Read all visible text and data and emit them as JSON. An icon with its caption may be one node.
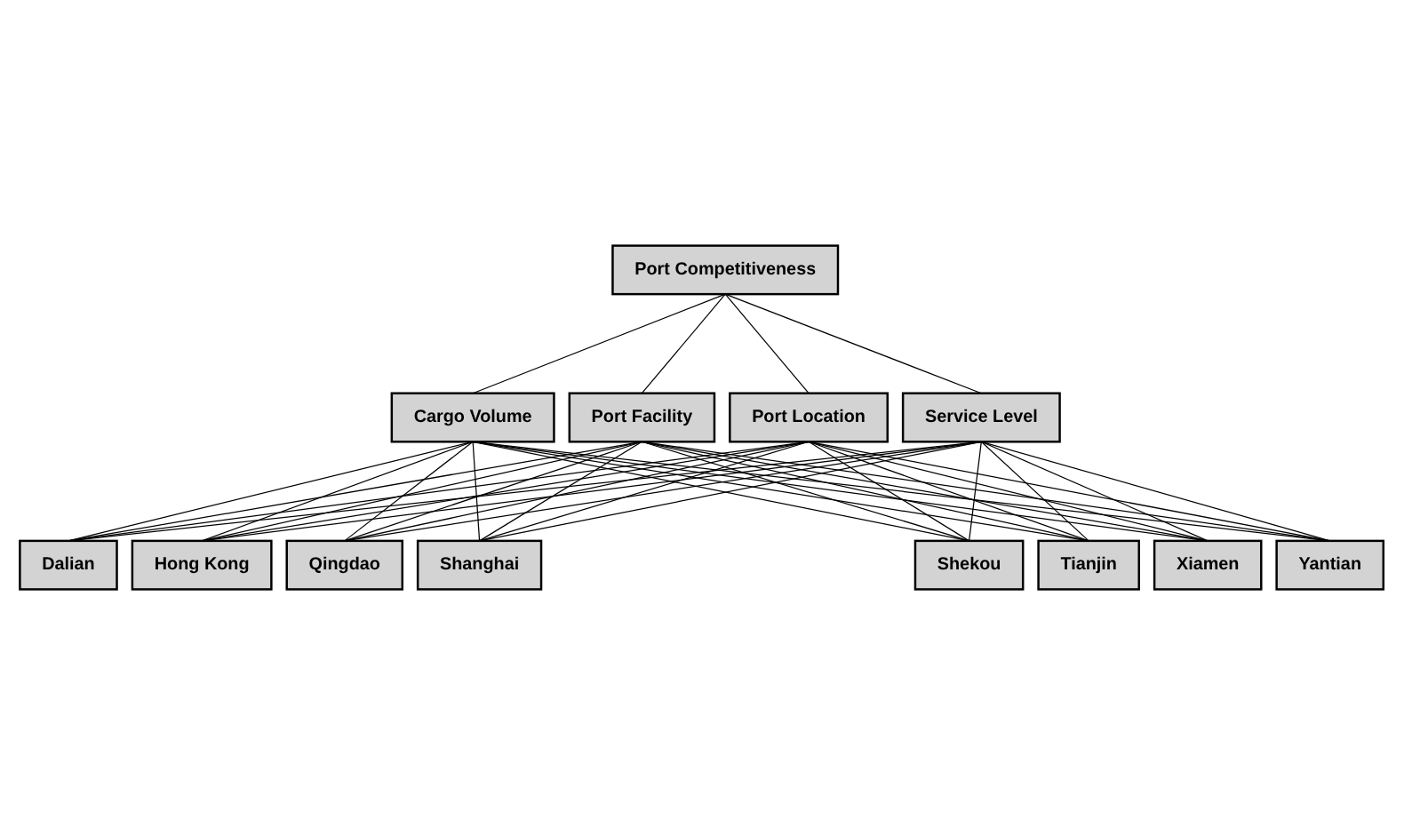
{
  "diagram": {
    "nodes": [
      {
        "text": [
          "Port Competitiveness"
        ]
      },
      {
        "text": [
          "Cargo Volume"
        ]
      },
      {
        "text": [
          "Port Facility"
        ]
      },
      {
        "text": [
          "Port Location"
        ]
      },
      {
        "text": [
          "Service Level"
        ]
      },
      {
        "text": [
          "Dalian"
        ]
      },
      {
        "text": [
          "Hong Kong"
        ]
      },
      {
        "text": [
          "Qingdao"
        ]
      },
      {
        "text": [
          "Shanghai"
        ]
      },
      {
        "text": [
          "Shekou"
        ]
      },
      {
        "text": [
          "Tianjin"
        ]
      },
      {
        "text": [
          "Xiamen"
        ]
      },
      {
        "text": [
          "Yantian"
        ]
      }
    ],
    "edges": [
      {
        "from": 0,
        "to": 1,
        "arrow": "none"
      },
      {
        "from": 0,
        "to": 2,
        "arrow": "none"
      },
      {
        "from": 0,
        "to": 3,
        "arrow": "none"
      },
      {
        "from": 0,
        "to": 4,
        "arrow": "none"
      },
      {
        "from": 1,
        "to": 5,
        "arrow": "none"
      },
      {
        "from": 1,
        "to": 6,
        "arrow": "none"
      },
      {
        "from": 1,
        "to": 7,
        "arrow": "none"
      },
      {
        "from": 1,
        "to": 8,
        "arrow": "none"
      },
      {
        "from": 1,
        "to": 9,
        "arrow": "none"
      },
      {
        "from": 1,
        "to": 10,
        "arrow": "none"
      },
      {
        "from": 1,
        "to": 11,
        "arrow": "none"
      },
      {
        "from": 1,
        "to": 12,
        "arrow": "none"
      },
      {
        "from": 2,
        "to": 5,
        "arrow": "none"
      },
      {
        "from": 2,
        "to": 6,
        "arrow": "none"
      },
      {
        "from": 2,
        "to": 7,
        "arrow": "none"
      },
      {
        "from": 2,
        "to": 8,
        "arrow": "none"
      },
      {
        "from": 2,
        "to": 9,
        "arrow": "none"
      },
      {
        "from": 2,
        "to": 10,
        "arrow": "none"
      },
      {
        "from": 2,
        "to": 11,
        "arrow": "none"
      },
      {
        "from": 2,
        "to": 12,
        "arrow": "none"
      },
      {
        "from": 3,
        "to": 5,
        "arrow": "none"
      },
      {
        "from": 3,
        "to": 6,
        "arrow": "none"
      },
      {
        "from": 3,
        "to": 7,
        "arrow": "none"
      },
      {
        "from": 3,
        "to": 8,
        "arrow": "none"
      },
      {
        "from": 3,
        "to": 9,
        "arrow": "none"
      },
      {
        "from": 3,
        "to": 10,
        "arrow": "none"
      },
      {
        "from": 3,
        "to": 11,
        "arrow": "none"
      },
      {
        "from": 3,
        "to": 12,
        "arrow": "none"
      },
      {
        "from": 4,
        "to": 5,
        "arrow": "none"
      },
      {
        "from": 4,
        "to": 6,
        "arrow": "none"
      },
      {
        "from": 4,
        "to": 7,
        "arrow": "none"
      },
      {
        "from": 4,
        "to": 8,
        "arrow": "none"
      },
      {
        "from": 4,
        "to": 9,
        "arrow": "none"
      },
      {
        "from": 4,
        "to": 10,
        "arrow": "none"
      },
      {
        "from": 4,
        "to": 11,
        "arrow": "none"
      },
      {
        "from": 4,
        "to": 12,
        "arrow": "none"
      }
    ]
  }
}
